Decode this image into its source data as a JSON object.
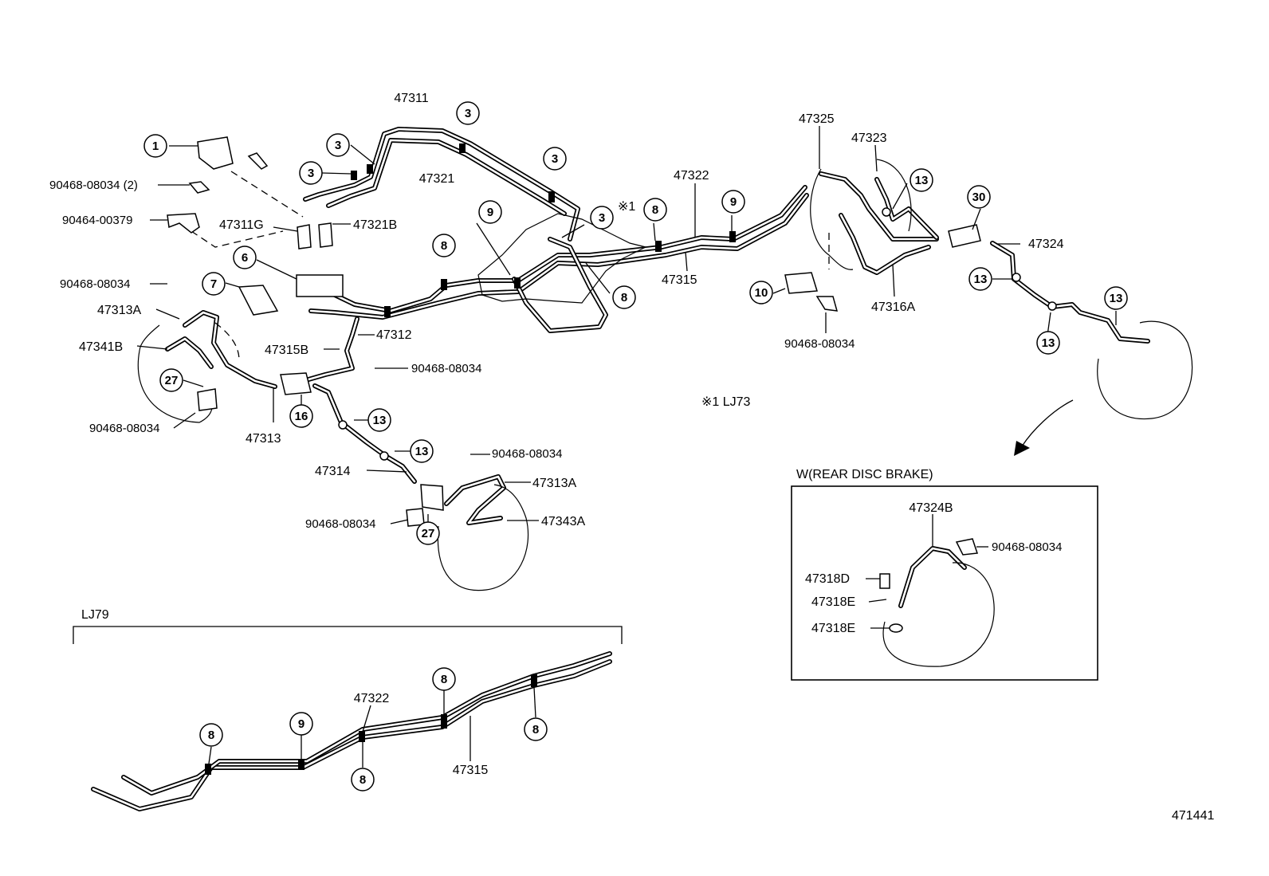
{
  "callouts": {
    "c1": "1",
    "c3a": "3",
    "c3b": "3",
    "c3c": "3",
    "c3d": "3",
    "c3e": "3",
    "c6": "6",
    "c7": "7",
    "c8a": "8",
    "c8b": "8",
    "c8c": "8",
    "c9a": "9",
    "c9b": "9",
    "c10": "10",
    "c13a": "13",
    "c13b": "13",
    "c13c": "13",
    "c13d": "13",
    "c13e": "13",
    "c13f": "13",
    "c16": "16",
    "c27a": "27",
    "c27b": "27",
    "c30": "30",
    "l8a": "8",
    "l8b": "8",
    "l8c": "8",
    "l8d": "8",
    "l9": "9"
  },
  "labels": {
    "p47311": "47311",
    "p47321": "47321",
    "p90468_2": "90468-08034 (2)",
    "p90464": "90464-00379",
    "p47311G": "47311G",
    "p47321B": "47321B",
    "p90468_a": "90468-08034",
    "p47313A_a": "47313A",
    "p47341B": "47341B",
    "p47312": "47312",
    "p47315B": "47315B",
    "p90468_b": "90468-08034",
    "p90468_c": "90468-08034",
    "p47313": "47313",
    "p47314": "47314",
    "p90468_d": "90468-08034",
    "p47313A_b": "47313A",
    "p47343A": "47343A",
    "p90468_e": "90468-08034",
    "star1": "※1",
    "p47322": "47322",
    "p47315": "47315",
    "p47325": "47325",
    "p47323": "47323",
    "p47324": "47324",
    "p47316A": "47316A",
    "p90468_f": "90468-08034",
    "note_lj73": "※1  LJ73",
    "lj79_header": "LJ79",
    "l47322": "47322",
    "l47315": "47315",
    "rear_disc_title": "W(REAR DISC BRAKE)",
    "r47324B": "47324B",
    "r90468": "90468-08034",
    "r47318D": "47318D",
    "r47318E_a": "47318E",
    "r47318E_b": "47318E",
    "figure_no": "471441"
  }
}
